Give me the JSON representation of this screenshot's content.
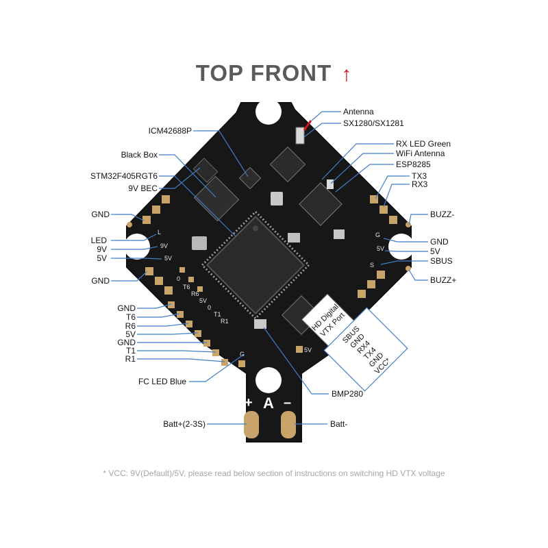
{
  "title": "TOP FRONT",
  "title_arrow": "↑",
  "footnote": "* VCC: 9V(Default)/5V, please read below section of instructions on switching HD VTX voltage",
  "colors": {
    "board": "#171717",
    "pad": "#c9a46a",
    "callout": "#3f7ec7",
    "label": "#111111",
    "title": "#5a5a5a",
    "arrow": "#d0141b"
  },
  "callouts_left": [
    {
      "id": "icm42688p",
      "text": "ICM42688P"
    },
    {
      "id": "black-box",
      "text": "Black Box"
    },
    {
      "id": "stm32f405rgt6",
      "text": "STM32F405RGT6"
    },
    {
      "id": "9v-bec",
      "text": "9V BEC"
    },
    {
      "id": "gnd-1",
      "text": "GND"
    },
    {
      "id": "led",
      "text": "LED"
    },
    {
      "id": "9v",
      "text": "9V"
    },
    {
      "id": "5v-left",
      "text": "5V"
    },
    {
      "id": "gnd-2",
      "text": "GND"
    },
    {
      "id": "gnd-3",
      "text": "GND"
    },
    {
      "id": "t6",
      "text": "T6"
    },
    {
      "id": "r6",
      "text": "R6"
    },
    {
      "id": "5v-uart",
      "text": "5V"
    },
    {
      "id": "gnd-4",
      "text": "GND"
    },
    {
      "id": "t1",
      "text": "T1"
    },
    {
      "id": "r1",
      "text": "R1"
    },
    {
      "id": "fc-led-blue",
      "text": "FC LED Blue"
    },
    {
      "id": "batt-plus",
      "text": "Batt+(2-3S)"
    }
  ],
  "callouts_right": [
    {
      "id": "antenna",
      "text": "Antenna"
    },
    {
      "id": "sx1280",
      "text": "SX1280/SX1281"
    },
    {
      "id": "rx-led-green",
      "text": "RX LED Green"
    },
    {
      "id": "wifi-antenna",
      "text": "WiFi Antenna"
    },
    {
      "id": "esp8285",
      "text": "ESP8285"
    },
    {
      "id": "tx3",
      "text": "TX3"
    },
    {
      "id": "rx3",
      "text": "RX3"
    },
    {
      "id": "buzz-minus",
      "text": "BUZZ-"
    },
    {
      "id": "gnd-right",
      "text": "GND"
    },
    {
      "id": "5v-right",
      "text": "5V"
    },
    {
      "id": "sbus-right",
      "text": "SBUS"
    },
    {
      "id": "buzz-plus",
      "text": "BUZZ+"
    },
    {
      "id": "bmp280",
      "text": "BMP280"
    },
    {
      "id": "batt-minus",
      "text": "Batt-"
    }
  ],
  "vtx_box": [
    "SBUS",
    "GND",
    "RX4",
    "TX4",
    "GND",
    "VCC*"
  ],
  "vtx_port": [
    "HD Digital",
    "VTX Port"
  ],
  "battery_symbols": {
    "plus": "+",
    "logo": "A",
    "minus": "–"
  },
  "silkscreen": {
    "uart_row": [
      "0",
      "T6",
      "R6",
      "5V",
      "0",
      "T1",
      "R1"
    ],
    "left_pads": [
      "L",
      "9V",
      "5V"
    ],
    "right_pads": [
      "G",
      "5V",
      "S"
    ],
    "bottom_5v": "5V",
    "bottom_g": "G"
  }
}
